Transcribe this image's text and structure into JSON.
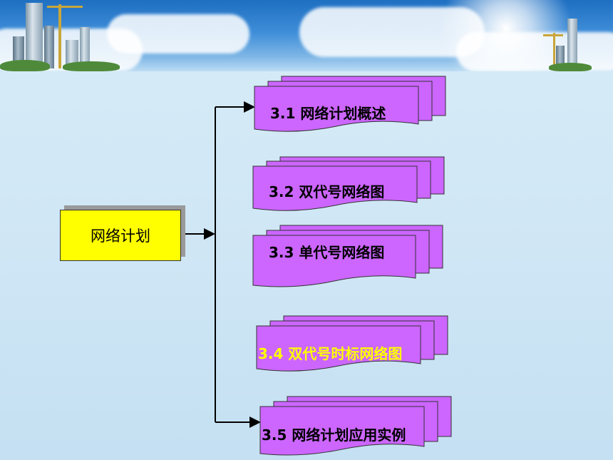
{
  "diagram": {
    "root": {
      "label": "网络计划"
    },
    "children": [
      {
        "id": "3-1",
        "label": "3.1 网络计划概述",
        "text_color": "#000000"
      },
      {
        "id": "3-2",
        "label": "3.2 双代号网络图",
        "text_color": "#000000"
      },
      {
        "id": "3-3",
        "label": "3.3 单代号网络图",
        "text_color": "#000000"
      },
      {
        "id": "3-4",
        "label": "3.4 双代号时标网络图",
        "text_color": "#ffff00"
      },
      {
        "id": "3-5",
        "label": "3.5 网络计划应用实例",
        "text_color": "#000000"
      }
    ]
  },
  "colors": {
    "root_fill": "#ffff00",
    "node_fill": "#cc66ff",
    "connector": "#000000"
  }
}
